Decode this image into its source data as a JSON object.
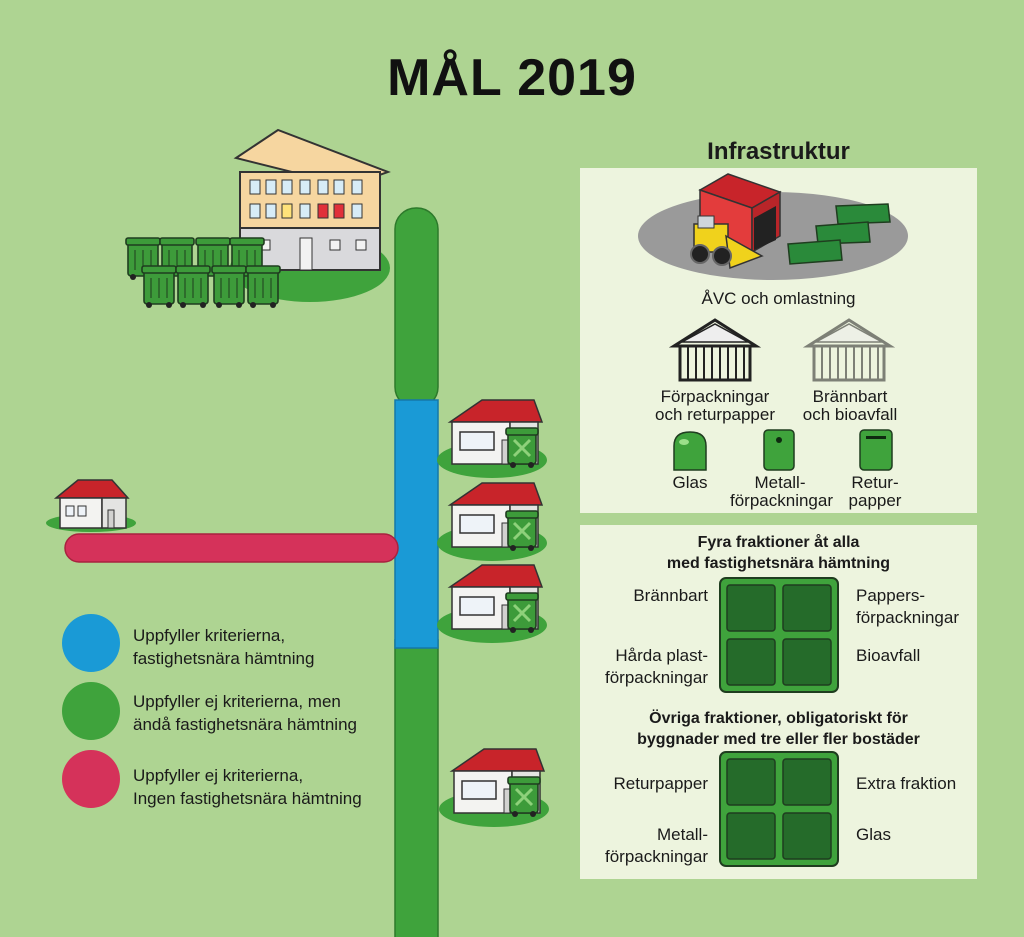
{
  "title": "MÅL 2019",
  "colors": {
    "background": "#aed492",
    "blue": "#1a9ad6",
    "green": "#3fa33c",
    "red": "#d5325a",
    "panel": "#edf4de"
  },
  "infrastructure": {
    "heading": "Infrastruktur",
    "avc": "ÅVC och omlastning",
    "sheds": [
      {
        "icon": "packaging-shed-icon",
        "line1": "Förpackningar",
        "line2": "och returpapper"
      },
      {
        "icon": "burnable-shed-icon",
        "line1": "Brännbart",
        "line2": "och bioavfall"
      }
    ],
    "containers": [
      {
        "icon": "glass-container-icon",
        "line1": "Glas",
        "line2": ""
      },
      {
        "icon": "metal-container-icon",
        "line1": "Metall-",
        "line2": "förpackningar"
      },
      {
        "icon": "paper-container-icon",
        "line1": "Retur-",
        "line2": "papper"
      }
    ]
  },
  "four_fractions": {
    "heading1": "Fyra fraktioner åt alla",
    "heading2": "med fastighetsnära hämtning",
    "top_left": "Brännbart",
    "top_right1": "Pappers-",
    "top_right2": "förpackningar",
    "bottom_left1": "Hårda plast-",
    "bottom_left2": "förpackningar",
    "bottom_right": "Bioavfall"
  },
  "other_fractions": {
    "heading1": "Övriga fraktioner, obligatoriskt för",
    "heading2": "byggnader med tre eller fler bostäder",
    "top_left": "Returpapper",
    "top_right": "Extra fraktion",
    "bottom_left1": "Metall-",
    "bottom_left2": "förpackningar",
    "bottom_right": "Glas"
  },
  "legend": [
    {
      "color": "#1a9ad6",
      "line1": "Uppfyller kriterierna,",
      "line2": "fastighetsnära hämtning"
    },
    {
      "color": "#3fa33c",
      "line1": "Uppfyller ej kriterierna, men",
      "line2": "ändå fastighetsnära hämtning"
    },
    {
      "color": "#d5325a",
      "line1": "Uppfyller ej kriterierna,",
      "line2": "Ingen fastighetsnära hämtning"
    }
  ]
}
